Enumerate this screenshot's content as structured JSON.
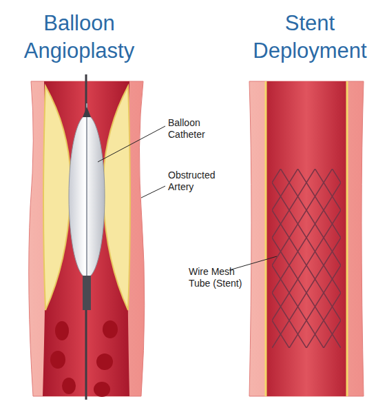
{
  "diagram": {
    "labels": [
      "Balloon Angioplasty",
      "Stent Deployment",
      "Balloon Catheter",
      "Obstructed Artery",
      "Wire Mesh Tube (Stent)"
    ]
  }
}
